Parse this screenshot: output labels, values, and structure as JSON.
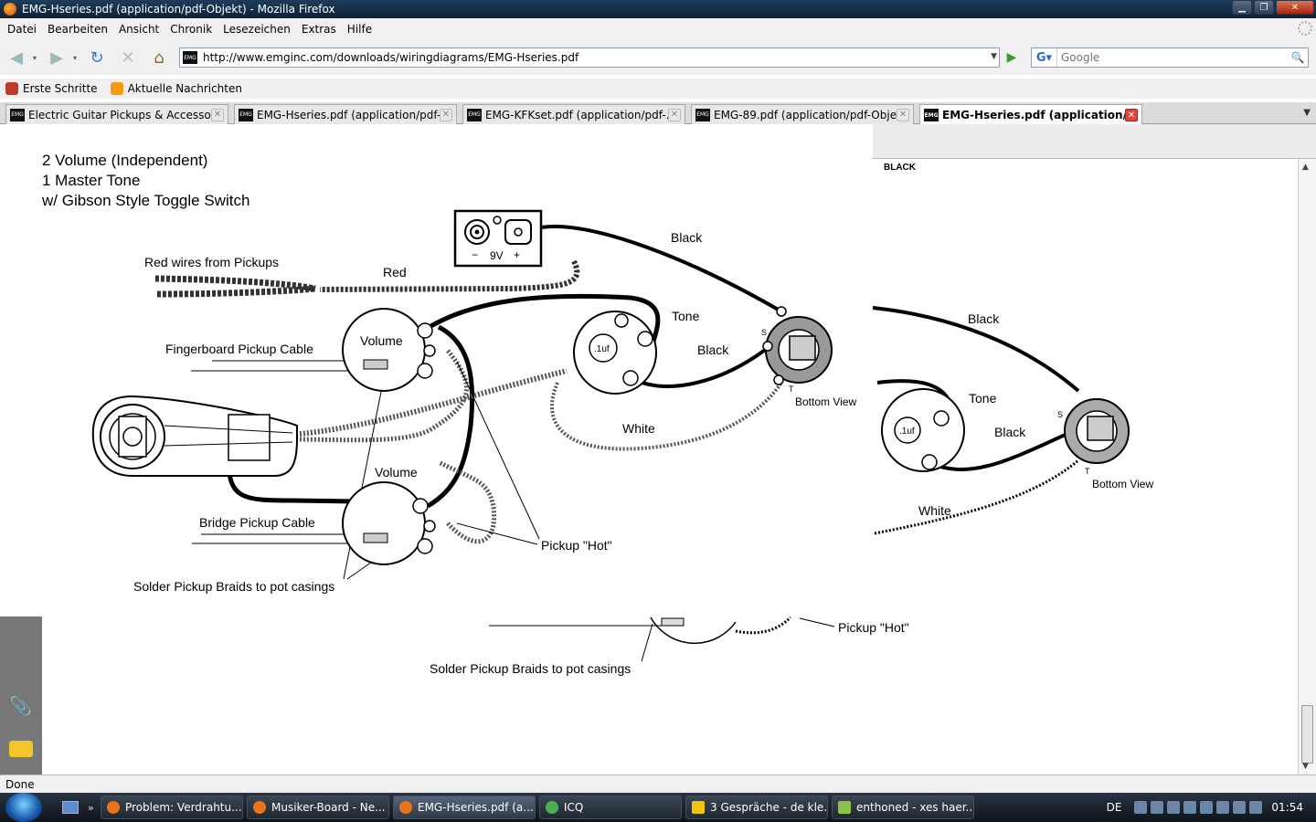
{
  "window": {
    "title": "EMG-Hseries.pdf (application/pdf-Objekt) - Mozilla Firefox"
  },
  "menu": [
    "Datei",
    "Bearbeiten",
    "Ansicht",
    "Chronik",
    "Lesezeichen",
    "Extras",
    "Hilfe"
  ],
  "nav": {
    "url": "http://www.emginc.com/downloads/wiringdiagrams/EMG-Hseries.pdf",
    "site_icon_text": "EMG",
    "search_placeholder": "Google"
  },
  "bookmarks": [
    {
      "label": "Erste Schritte",
      "icon": "firefox-bookmark-icon",
      "color": "#c0392b"
    },
    {
      "label": "Aktuelle Nachrichten",
      "icon": "rss-icon",
      "color": "#f39c12"
    }
  ],
  "tabs": [
    {
      "label": "Electric Guitar Pickups & Accessori...",
      "active": false
    },
    {
      "label": "EMG-Hseries.pdf (application/pdf-...",
      "active": false
    },
    {
      "label": "EMG-KFKset.pdf (application/pdf-...",
      "active": false
    },
    {
      "label": "EMG-89.pdf (application/pdf-Objekt)",
      "active": false
    },
    {
      "label": "EMG-Hseries.pdf (application/pdf...",
      "active": true
    }
  ],
  "diagram": {
    "heading": [
      "2 Volume (Independent)",
      "1 Master Tone",
      "w/ Gibson Style Toggle Switch"
    ],
    "battery_label": "9V",
    "battery_minus": "−",
    "battery_plus": "+",
    "red_wires": "Red wires from Pickups",
    "red": "Red",
    "black_top": "Black",
    "tone": "Tone",
    "black_mid": "Black",
    "volume_top": "Volume",
    "volume_bottom": "Volume",
    "cap_value": ".1uf",
    "fingerboard_cable": "Fingerboard Pickup Cable",
    "bridge_cable": "Bridge Pickup Cable",
    "white": "White",
    "bottom_view": "Bottom View",
    "s_label": "S",
    "t_label": "T",
    "pickup_hot": "Pickup \"Hot\"",
    "solder_braids": "Solder Pickup Braids to pot casings",
    "black_small": "BLACK",
    "ghost_black_top": "Black",
    "ghost_tone": "Tone",
    "ghost_black_mid": "Black",
    "ghost_cap": ".1uf",
    "ghost_white": "White",
    "ghost_bottom_view": "Bottom View",
    "ghost_s": "S",
    "ghost_t": "T",
    "ghost_pickup_hot": "Pickup \"Hot\"",
    "ghost_solder": "Solder Pickup Braids to pot casings"
  },
  "status": "Done",
  "taskbar": {
    "items": [
      {
        "label": "Problem: Verdrahtu...",
        "color": "#e8741c"
      },
      {
        "label": "Musiker-Board - Ne...",
        "color": "#e8741c"
      },
      {
        "label": "EMG-Hseries.pdf (a...",
        "color": "#e8741c"
      },
      {
        "label": "ICQ",
        "color": "#4caf50"
      },
      {
        "label": "3 Gespräche - de kle...",
        "color": "#f1c40f"
      },
      {
        "label": "enthoned - xes haer...",
        "color": "#8bc34a"
      }
    ],
    "more": "»",
    "lang": "DE",
    "clock": "01:54"
  }
}
